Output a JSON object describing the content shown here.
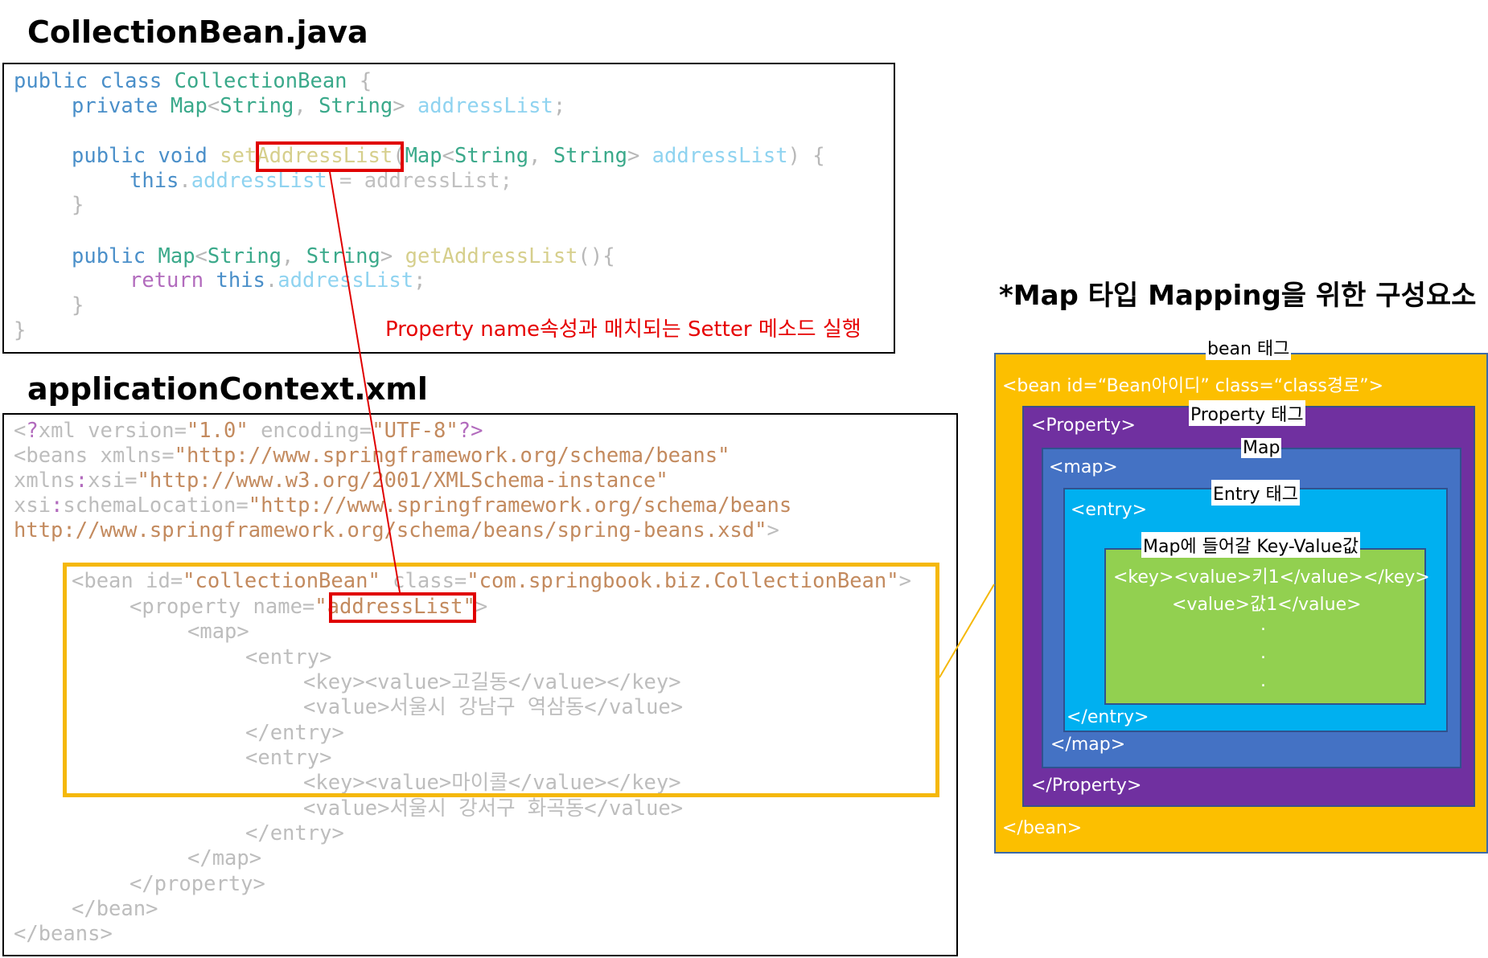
{
  "java": {
    "title": "CollectionBean.java",
    "line1": {
      "kw": "public class",
      "name": "CollectionBean",
      "brace": "{"
    },
    "line2": {
      "kw": "private",
      "t1": "Map",
      "lt": "<",
      "t2": "String",
      "comma": ",",
      "t3": "String",
      "gt": ">",
      "var": "addressList",
      "semi": ";"
    },
    "line3": {
      "kw": "public void",
      "fn_pre": "set",
      "fn_hl": "AddressList",
      "paren": "(",
      "t1": "Map",
      "lt": "<",
      "t2": "String",
      "comma": ",",
      "t3": "String",
      "gt": ">",
      "var": "addressList",
      "close": ") {"
    },
    "line4": {
      "this": "this",
      "dot": ".",
      "var": "addressList",
      "rest": "= addressList;"
    },
    "line5": "}",
    "line6": {
      "kw": "public",
      "t1": "Map",
      "lt": "<",
      "t2": "String",
      "comma": ",",
      "t3": "String",
      "gt": ">",
      "fn": "getAddressList",
      "paren": "(){"
    },
    "line7": {
      "ret": "return",
      "this": "this",
      "dot": ".",
      "var": "addressList",
      "semi": ";"
    },
    "line8": "}",
    "line9": "}"
  },
  "annotation": "Property name속성과 매치되는 Setter 메소드 실행",
  "xml": {
    "title": "applicationContext.xml",
    "l1": {
      "a": "<",
      "q": "?",
      "b": "xml version=",
      "v1": "\"1.0\"",
      "c": " encoding=",
      "v2": "\"UTF-8\"",
      "d": "?>"
    },
    "l2": {
      "a": "<beans xmlns=",
      "v": "\"http://www.springframework.org/schema/beans\""
    },
    "l3": {
      "a": "xmlns",
      "colon": ":",
      "b": "xsi=",
      "v": "\"http://www.w3.org/2001/XMLSchema-instance\""
    },
    "l4": {
      "a": "xsi",
      "colon": ":",
      "b": "schemaLocation=",
      "v": "\"http://www.springframework.org/schema/beans"
    },
    "l5": {
      "v": "http://www.springframework.org/schema/beans/spring-beans.xsd\"",
      "e": ">"
    },
    "l6": {
      "a": "<bean id=",
      "v1": "\"collectionBean\"",
      "b": " class=",
      "v2": "\"com.springbook.biz.CollectionBean\"",
      "e": ">"
    },
    "l7": {
      "a": "<property name=",
      "q1": "\"",
      "hl": "addressList",
      "q2": "\"",
      "e": ">"
    },
    "l8": "<map>",
    "l9": "<entry>",
    "l10": "<key><value>고길동</value></key>",
    "l11": "<value>서울시 강남구 역삼동</value>",
    "l12": "</entry>",
    "l13": "<entry>",
    "l14": "<key><value>마이콜</value></key>",
    "l15": "<value>서울시 강서구 화곡동</value>",
    "l16": "</entry>",
    "l17": "</map>",
    "l18": "</property>",
    "l19": "</bean>",
    "l20": "</beans>"
  },
  "structure": {
    "title": "*Map 타입 Mapping을 위한 구성요소",
    "bean_label": "bean 태그",
    "bean_open": "<bean id=“Bean아이디” class=“class경로”>",
    "bean_close": "</bean>",
    "property_label": "Property  태그",
    "property_open": "<Property>",
    "property_close": "</Property>",
    "map_label": "Map",
    "map_open": "<map>",
    "map_close": "</map>",
    "entry_label": "Entry 태그",
    "entry_open": "<entry>",
    "entry_close": "</entry>",
    "kv_label": "Map에 들어갈 Key-Value값",
    "kv_line1": "<key><value>키1</value></key>",
    "kv_line2": "<value>값1</value>",
    "dot": "."
  },
  "colors": {
    "bean": "#fcbf00",
    "property": "#7030a0",
    "map": "#4472c4",
    "entry": "#00b0f0",
    "kv": "#92d050",
    "highlight_red": "#e00000",
    "highlight_orange": "#f5b80a"
  }
}
